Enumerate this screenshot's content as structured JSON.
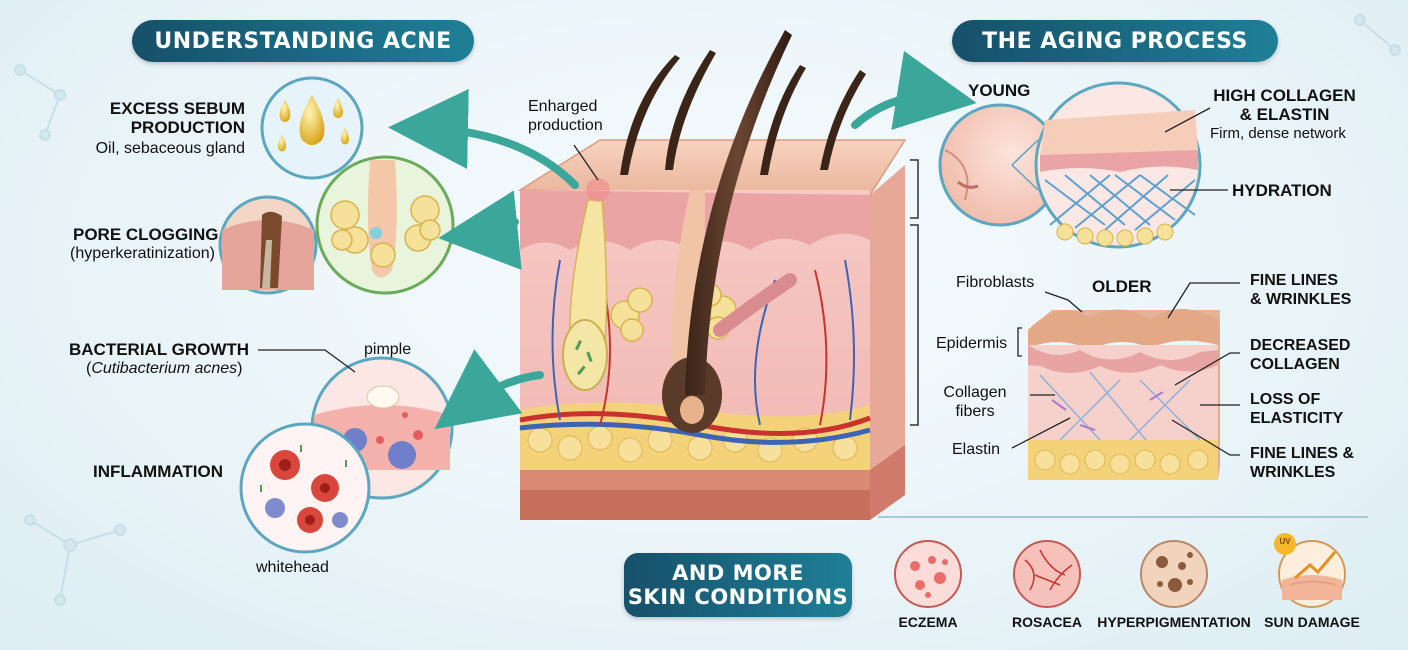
{
  "acne": {
    "title": "UNDERSTANDING ACNE",
    "sebum_title": "EXCESS SEBUM\nPRODUCTION",
    "sebum_sub": "Oil, sebaceous gland",
    "clog_title": "PORE CLOGGING",
    "clog_sub": "(hyperkeratinization)",
    "bacteria_title": "BACTERIAL GROWTH",
    "bacteria_sub": "Cutibacterium acnes",
    "pimple": "pimple",
    "inflammation": "INFLAMMATION",
    "whitehead": "whitehead"
  },
  "center": {
    "enlarged": "Enharged\nproduction"
  },
  "aging": {
    "title": "THE AGING PROCESS",
    "young": "YOUNG",
    "collagen_title": "HIGH COLLAGEN\n& ELASTIN",
    "collagen_sub": "Firm, dense network",
    "hydration": "HYDRATION",
    "fibroblasts": "Fibroblasts",
    "older": "OLDER",
    "fine_lines_1": "FINE LINES\n& WRINKLES",
    "epidermis": "Epidermis",
    "decreased": "DECREASED\nCOLLAGEN",
    "collagen_fibers": "Collagen\nfibers",
    "loss": "LOSS OF\nELASTICITY",
    "elastin": "Elastin",
    "fine_lines_2": "FINE LINES &\nWRINKLES"
  },
  "conditions": {
    "title": "AND MORE\nSKIN CONDITIONS",
    "items": [
      "ECZEMA",
      "ROSACEA",
      "HYPERPIGMENTATION",
      "SUN DAMAGE"
    ],
    "uv_badge": "UV"
  },
  "colors": {
    "banner": "#1b6680",
    "arrow": "#3aa79a",
    "skin": "#f3c6b4",
    "fat": "#f4d27a"
  }
}
